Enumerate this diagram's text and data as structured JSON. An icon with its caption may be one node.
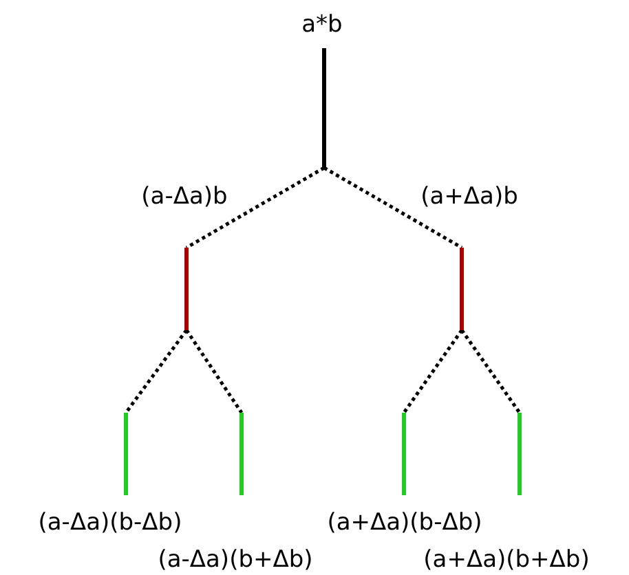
{
  "diagram": {
    "nodes": [
      {
        "text": [],
        "shape": "bar",
        "beside": [
          "a*b"
        ]
      },
      {
        "text": [],
        "shape": "bar",
        "beside": [
          "(a-Δa)b"
        ]
      },
      {
        "text": [],
        "shape": "bar",
        "beside": [
          "(a+Δa)b"
        ]
      },
      {
        "text": [],
        "shape": "bar",
        "beside": [
          "(a-Δa)(b-Δb)"
        ]
      },
      {
        "text": [],
        "shape": "bar",
        "beside": [
          "(a-Δa)(b+Δb)"
        ]
      },
      {
        "text": [],
        "shape": "bar",
        "beside": [
          "(a+Δa)(b-Δb)"
        ]
      },
      {
        "text": [],
        "shape": "bar",
        "beside": [
          "(a+Δa)(b+Δb)"
        ]
      }
    ],
    "edges": [
      {
        "from": 0,
        "to": 1,
        "arrow": "none"
      },
      {
        "from": 0,
        "to": 2,
        "arrow": "none"
      },
      {
        "from": 1,
        "to": 3,
        "arrow": "none"
      },
      {
        "from": 1,
        "to": 4,
        "arrow": "none"
      },
      {
        "from": 2,
        "to": 5,
        "arrow": "none"
      },
      {
        "from": 2,
        "to": 6,
        "arrow": "none"
      }
    ]
  }
}
